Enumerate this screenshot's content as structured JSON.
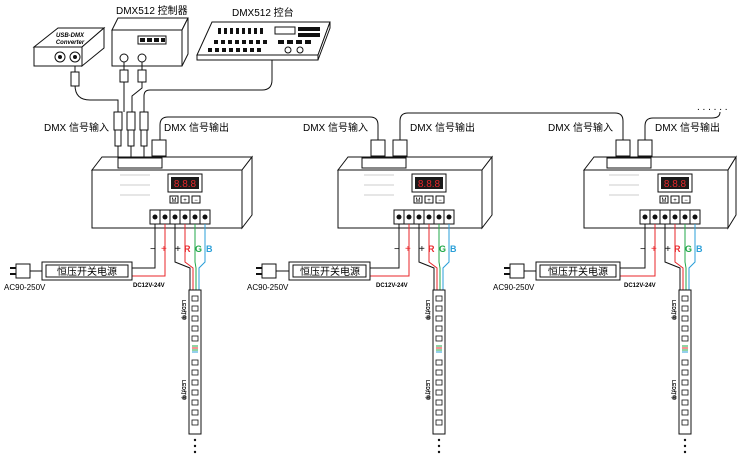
{
  "top": {
    "controller_label": "DMX512 控制器",
    "console_label": "DMX512 控台",
    "converter_line1": "USB-DMX",
    "converter_line2": "Converter"
  },
  "signal": {
    "input_label": "DMX 信号输入",
    "output_label": "DMX 信号输出",
    "continuation": ". . . . . ."
  },
  "decoder": {
    "display_digits": "8.8.8",
    "button_labels": [
      "M",
      "+",
      "−"
    ]
  },
  "terminals": {
    "minus": "−",
    "plus": "+",
    "red": "R",
    "green": "G",
    "blue": "B"
  },
  "power": {
    "supply_label": "恒压开关电源",
    "ac_label": "AC90-250V",
    "dc_label": "DC12V-24V"
  },
  "strip": {
    "label": "LED灯带"
  },
  "colors": {
    "line": "#111111",
    "red_wire": "#e8262a",
    "green_wire": "#22a84a",
    "blue_wire": "#2a9fd8",
    "device_fill": "#ffffff",
    "display_fill": "#1a1a1a"
  }
}
